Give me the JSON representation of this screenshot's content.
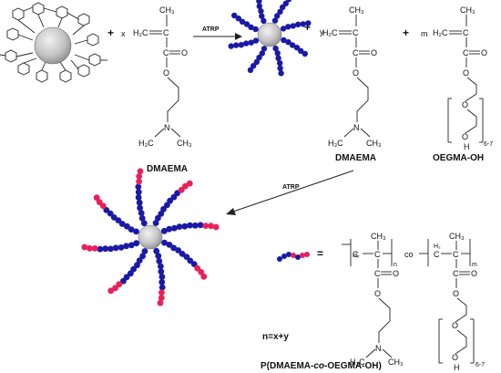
{
  "labels": {
    "dmaema_1": "DMAEMA",
    "dmaema_2": "DMAEMA",
    "oegma": "OEGMA-OH",
    "product": "P(DMAEMA-co-OEGMA-OH)",
    "product_prefix": "P(DMAEMA-",
    "product_italic": "co",
    "product_suffix": "-OEGMA-OH)",
    "n_relation": "n=x+y",
    "equals": "="
  },
  "arrows": {
    "atrp_1": "ATRP",
    "atrp_2": "ATRP"
  },
  "coefficients": {
    "x": "x",
    "y": "y",
    "m": "m",
    "n": "n",
    "m_sub": "m",
    "repeat_6_7": "6-7",
    "co": "co"
  },
  "operators": {
    "plus": "+"
  },
  "atoms": {
    "h2c": "H₂C",
    "c": "C",
    "ch3": "CH₃",
    "o": "O",
    "n": "N",
    "h3c": "H₃C",
    "h": "H",
    "h2": "H₂"
  },
  "colors": {
    "blue_bead": "#1a1aa6",
    "red_bead": "#e8215a",
    "core": "#c8c8c8"
  }
}
